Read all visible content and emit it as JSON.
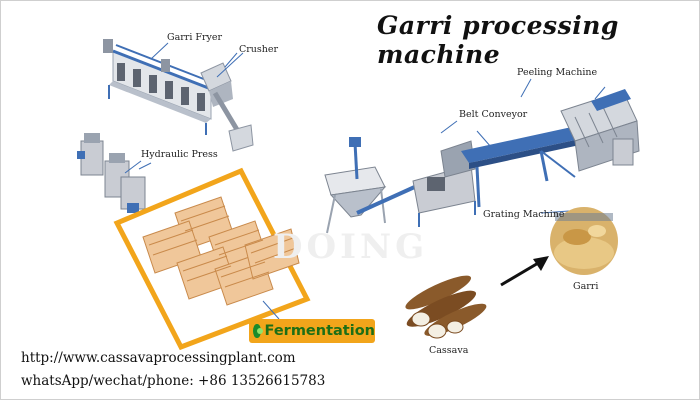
{
  "title": "Garri processing machine",
  "labels": {
    "garri_fryer": "Garri Fryer",
    "crusher": "Crusher",
    "hydraulic_press": "Hydraulic Press",
    "peeling_machine": "Peeling Machine",
    "belt_conveyor": "Belt Conveyor",
    "grating_machine": "Grating Machine",
    "garri": "Garri",
    "cassava": "Cassava",
    "fermentation": "Fermentation"
  },
  "watermark": "DOING",
  "footer": {
    "url": "http://www.cassavaprocessingplant.com",
    "contact": "whatsApp/wechat/phone: +86 13526615783"
  },
  "colors": {
    "accent_orange": "#f2a51b",
    "fermentation_green": "#1d6e16",
    "machine_blue": "#3f6fb5",
    "steel": "#c9ccd3"
  }
}
